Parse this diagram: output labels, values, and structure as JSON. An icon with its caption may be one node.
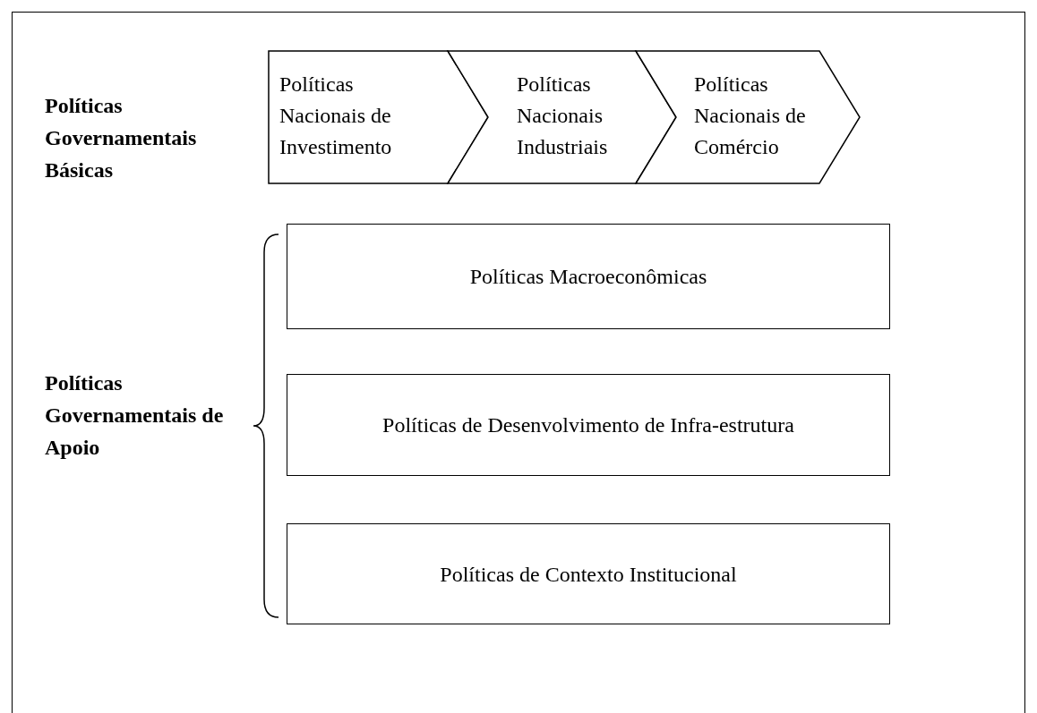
{
  "diagram": {
    "nodes": [
      {
        "text": [
          "Políticas Nacionais de Investimento"
        ]
      },
      {
        "text": [
          "Políticas Nacionais Industriais"
        ]
      },
      {
        "text": [
          "Políticas Nacionais de Comércio"
        ]
      },
      {
        "text": [
          "Políticas Macroeconômicas"
        ]
      },
      {
        "text": [
          "Políticas de Desenvolvimento de Infra-estrutura"
        ]
      },
      {
        "text": [
          "Políticas de Contexto Institucional"
        ]
      }
    ],
    "edges": [],
    "labels": [
      "Políticas Governamentais Básicas",
      "Políticas Governamentais de Apoio"
    ]
  }
}
